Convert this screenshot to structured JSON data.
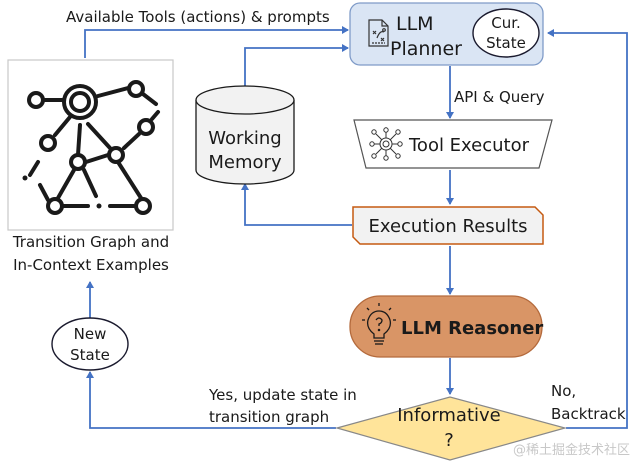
{
  "colors": {
    "arrow": "#4472c4",
    "planner_fill": "#dae5f4",
    "planner_border": "#7f9bc8",
    "memory_fill": "#f2f2f2",
    "results_fill": "#f2f2f2",
    "results_border": "#c55a11",
    "reasoner_fill": "#d99566",
    "reasoner_border": "#b46a3c",
    "decision_fill": "#ffe49a",
    "decision_border": "#888888"
  },
  "edges": {
    "tools_prompts": "Available Tools (actions) & prompts",
    "api_query": "API & Query",
    "yes_line1": "Yes, update state in",
    "yes_line2": "transition graph",
    "no_line1": "No,",
    "no_line2": "Backtrack"
  },
  "nodes": {
    "planner": {
      "line1": "LLM",
      "line2": "Planner",
      "icon": "strategy-document-icon"
    },
    "cur_state": {
      "line1": "Cur.",
      "line2": "State"
    },
    "memory": {
      "line1": "Working",
      "line2": "Memory"
    },
    "executor": {
      "label": "Tool Executor",
      "icon": "network-hub-icon"
    },
    "results": {
      "label": "Execution Results"
    },
    "reasoner": {
      "label": "LLM Reasoner",
      "icon": "lightbulb-question-icon"
    },
    "decision": {
      "line1": "Informative",
      "line2": "?"
    },
    "new_state": {
      "line1": "New",
      "line2": "State"
    },
    "graph": {
      "line1": "Transition Graph and",
      "line2": "In-Context Examples",
      "icon": "transition-graph-icon"
    }
  },
  "watermark": "@稀土掘金技术社区"
}
